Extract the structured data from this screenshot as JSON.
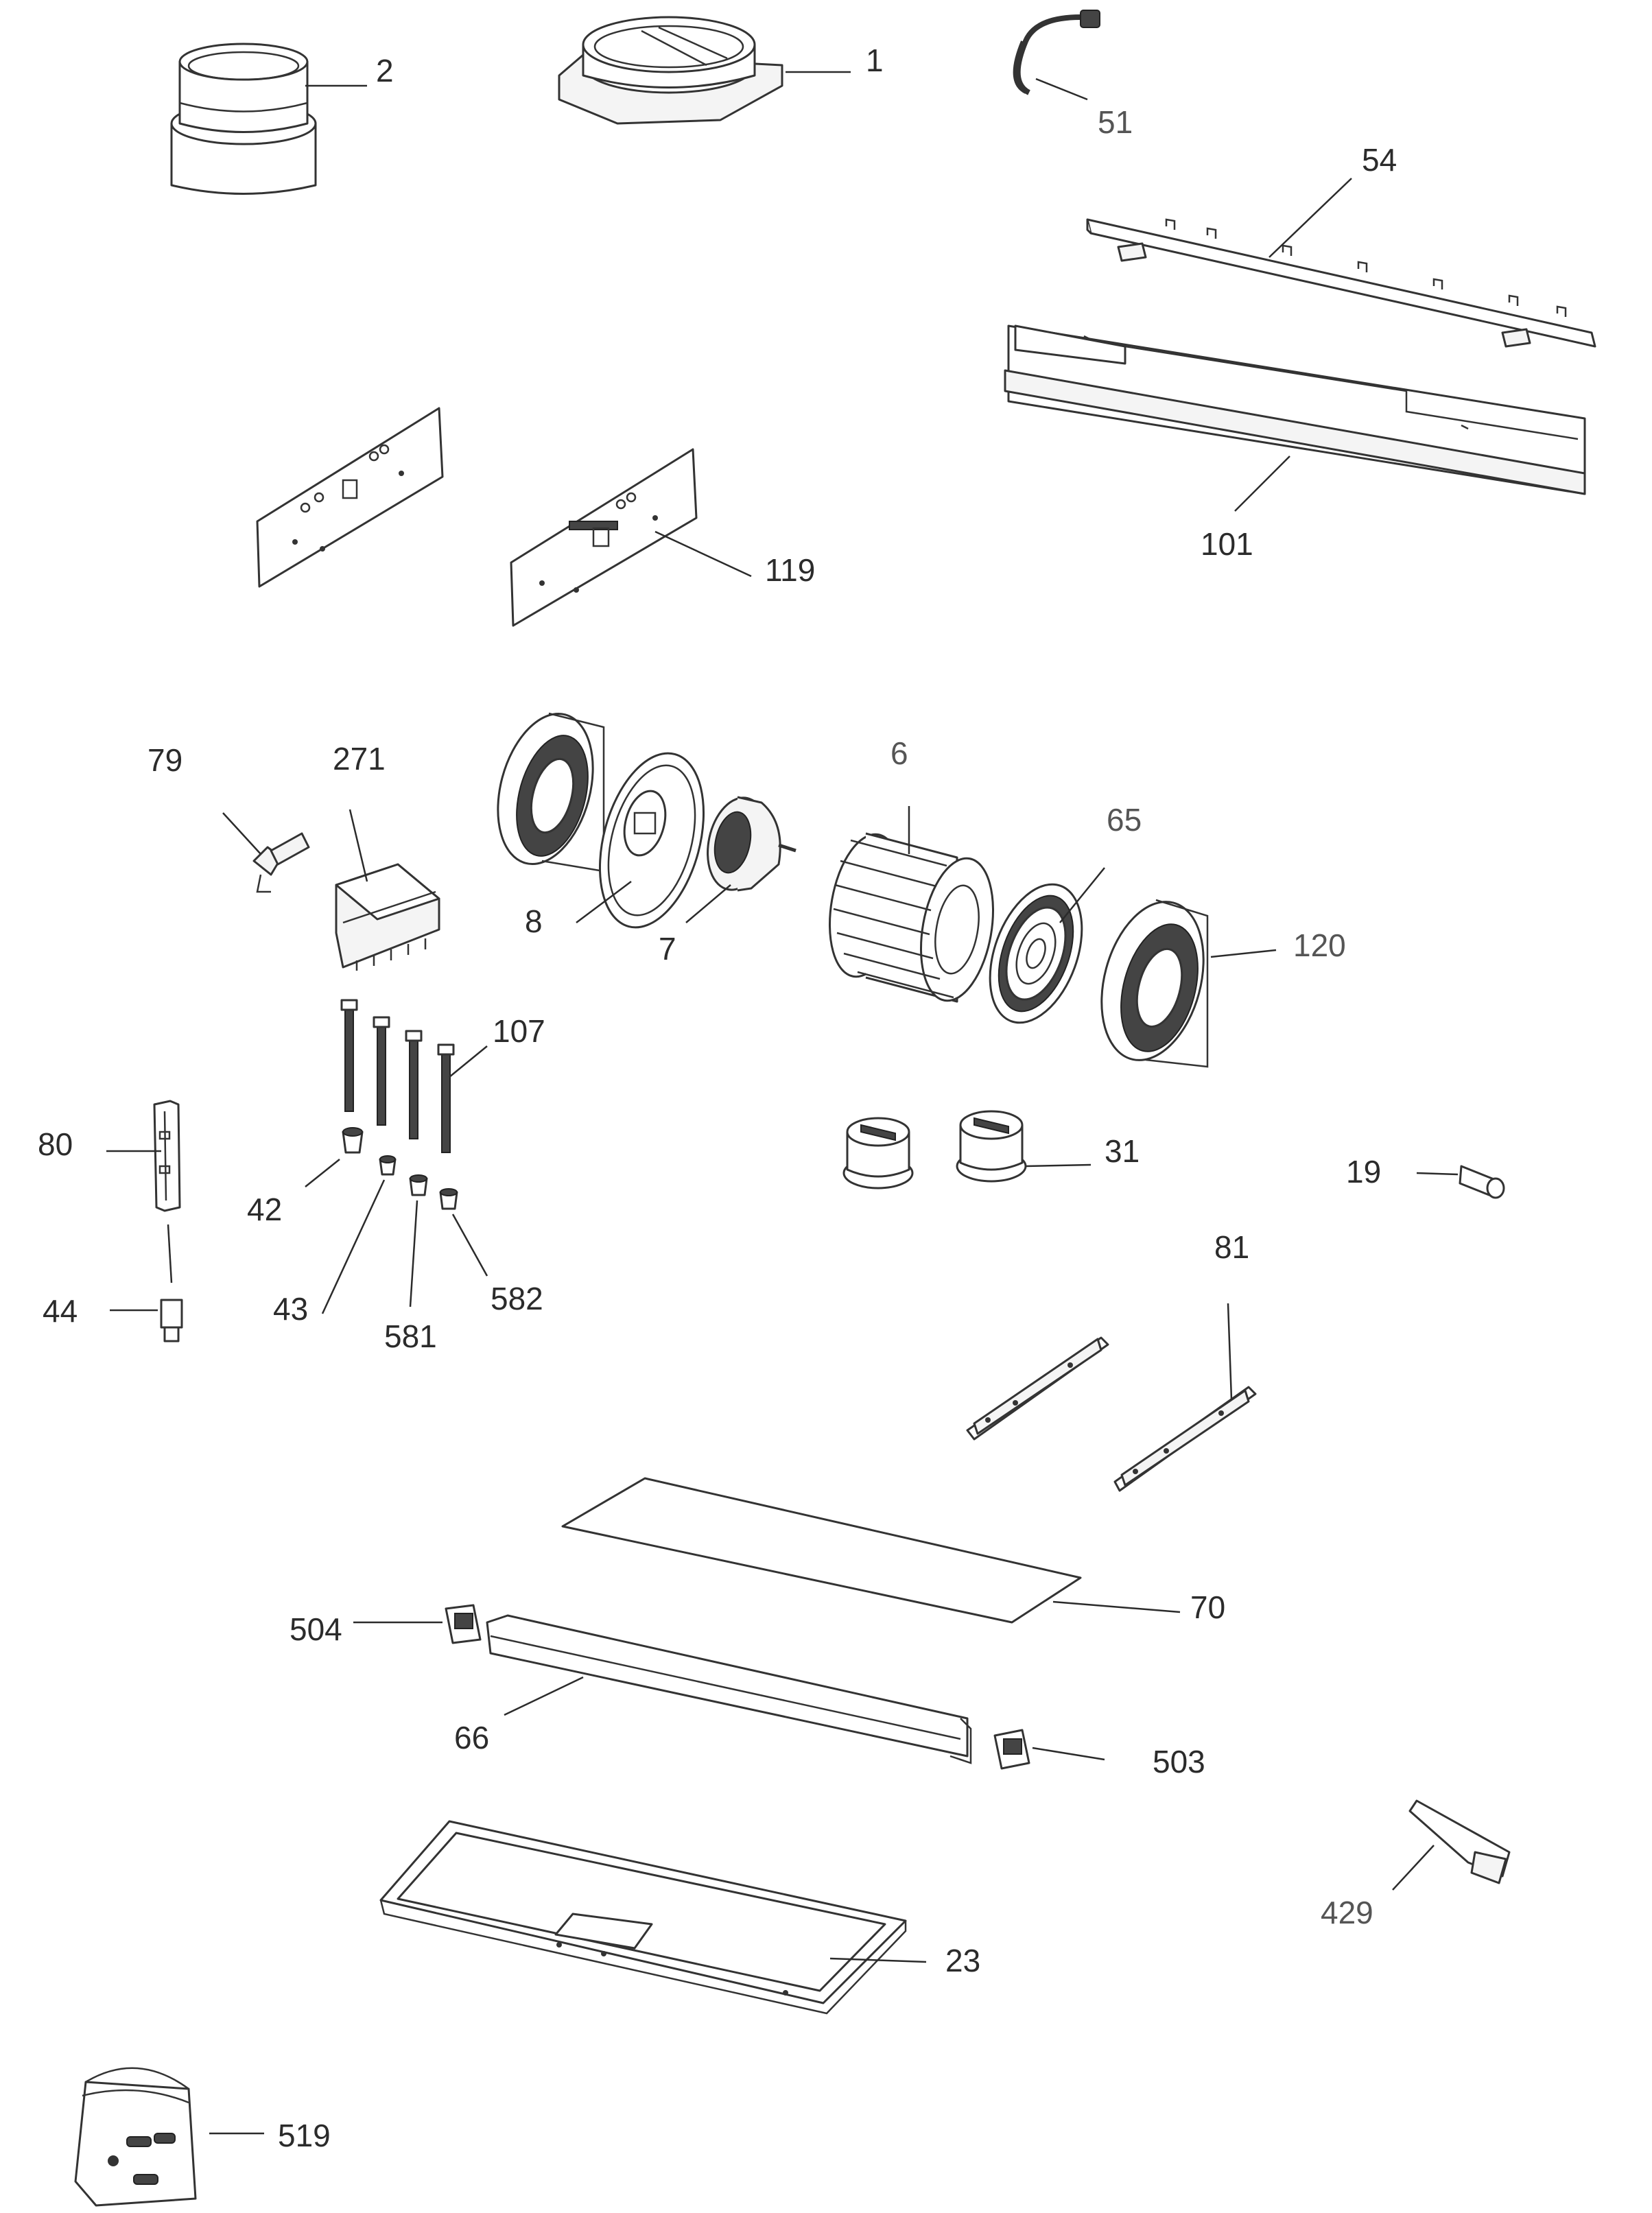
{
  "callouts": {
    "c1": "1",
    "c2": "2",
    "c51": "51",
    "c54": "54",
    "c101": "101",
    "c119": "119",
    "c79": "79",
    "c271": "271",
    "c8": "8",
    "c7": "7",
    "c6": "6",
    "c65": "65",
    "c120": "120",
    "c107": "107",
    "c80": "80",
    "c42": "42",
    "c43": "43",
    "c581": "581",
    "c582": "582",
    "c44": "44",
    "c31": "31",
    "c19": "19",
    "c81": "81",
    "c70": "70",
    "c504": "504",
    "c66": "66",
    "c503": "503",
    "c429": "429",
    "c23": "23",
    "c519": "519"
  },
  "colors": {
    "line": "#333333",
    "label": "#2b2b2b",
    "fill": "#f4f4f4"
  }
}
